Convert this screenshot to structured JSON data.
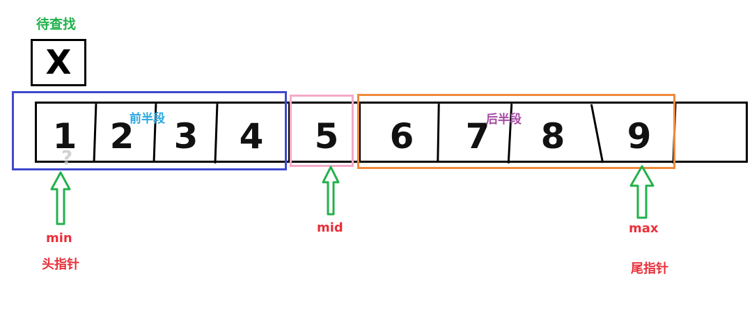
{
  "target": {
    "label": "待查找",
    "value": "X"
  },
  "array": {
    "cells": [
      "1",
      "2",
      "3",
      "4",
      "5",
      "6",
      "7",
      "8",
      "9"
    ]
  },
  "groups": {
    "first_half": "前半段",
    "second_half": "后半段"
  },
  "pointers": {
    "min": {
      "name": "min",
      "desc": "头指针"
    },
    "mid": {
      "name": "mid"
    },
    "max": {
      "name": "max",
      "desc": "尾指针"
    }
  },
  "colors": {
    "first_half_border": "#3f48cc",
    "middle_border": "#f5a9c8",
    "second_half_border": "#f08a3a",
    "arrow": "#22b14c",
    "pointer_text": "#e8303a",
    "target_label": "#22b14c",
    "first_half_label": "#2aa7e0",
    "second_half_label": "#a349a4"
  }
}
